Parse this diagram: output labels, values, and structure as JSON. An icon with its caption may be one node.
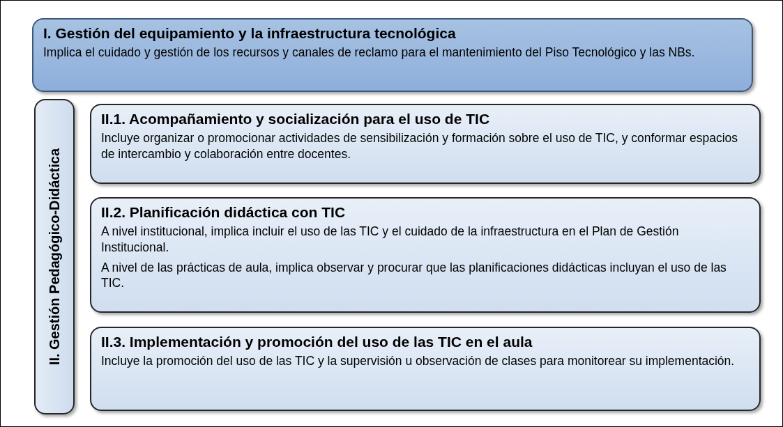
{
  "diagram": {
    "nodes": [
      {
        "text": [
          "I. Gestión del equipamiento y la infraestructura tecnológica",
          "Implica el cuidado y gestión de los recursos y canales de reclamo para el mantenimiento del Piso Tecnológico y las NBs."
        ]
      },
      {
        "text": [
          "II. Gestión Pedagógico-Didáctica"
        ]
      },
      {
        "text": [
          "II.1. Acompañamiento y socialización para el uso de TIC",
          "Incluye organizar o promocionar actividades de sensibilización y formación sobre el uso de TIC, y conformar espacios de intercambio y colaboración entre docentes."
        ]
      },
      {
        "text": [
          "II.2. Planificación didáctica con TIC",
          "A nivel institucional, implica incluir el uso de las TIC y el cuidado de la infraestructura en el Plan de Gestión Institucional.",
          "A nivel de las prácticas de aula, implica observar y procurar que las planificaciones didácticas incluyan el uso de las TIC."
        ]
      },
      {
        "text": [
          "II.3. Implementación y promoción del uso de las TIC en el aula",
          "Incluye la promoción del uso de las TIC y la supervisión u observación de clases para monitorear su implementación."
        ]
      }
    ],
    "edges": []
  }
}
